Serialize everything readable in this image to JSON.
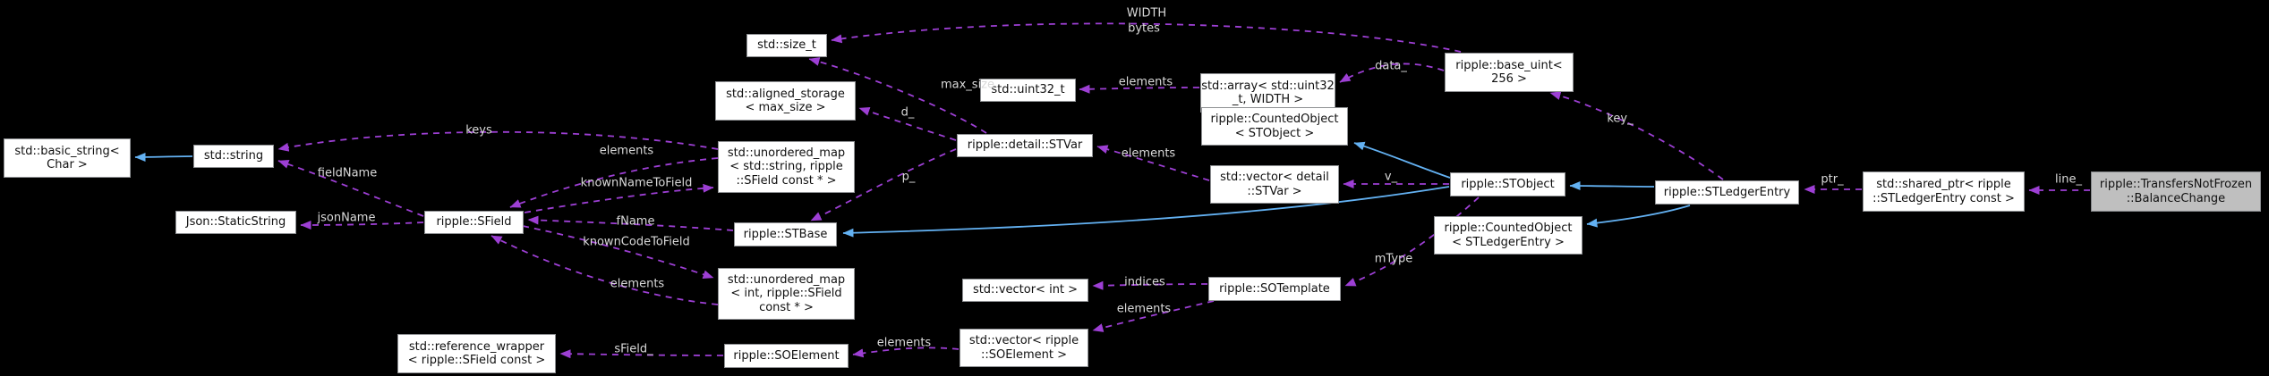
{
  "diagram": {
    "type": "doxygen-collaboration-graph",
    "background_color": "#000000",
    "node_fill": "#ffffff",
    "node_border": "#8f9194",
    "highlight_node_fill": "#bfbfbf",
    "usage_edge_color": "#9d3fd4",
    "inheritance_edge_color": "#63b1f2",
    "edge_label_color": "#d9d9d9",
    "nodes": [
      {
        "label": "std::size_t"
      },
      {
        "label": "std::uint32_t"
      },
      {
        "label": "std::array< std::uint32\n_t, WIDTH >"
      },
      {
        "label": "ripple::base_uint<\n256 >"
      },
      {
        "label": "std::aligned_storage\n< max_size >"
      },
      {
        "label": "ripple::detail::STVar"
      },
      {
        "label": "std::unordered_map\n< std::string, ripple\n::SField const * >"
      },
      {
        "label": "std::basic_string<\nChar >"
      },
      {
        "label": "std::string"
      },
      {
        "label": "Json::StaticString"
      },
      {
        "label": "ripple::SField"
      },
      {
        "label": "ripple::STBase"
      },
      {
        "label": "std::unordered_map\n< int, ripple::SField\nconst * >"
      },
      {
        "label": "ripple::CountedObject\n< STObject >"
      },
      {
        "label": "std::vector< detail\n::STVar >"
      },
      {
        "label": "ripple::STObject"
      },
      {
        "label": "ripple::CountedObject\n< STLedgerEntry >"
      },
      {
        "label": "ripple::STLedgerEntry"
      },
      {
        "label": "std::shared_ptr< ripple\n::STLedgerEntry const >"
      },
      {
        "label": "ripple::TransfersNotFrozen\n::BalanceChange"
      },
      {
        "label": "std::vector< int >"
      },
      {
        "label": "ripple::SOTemplate"
      },
      {
        "label": "std::reference_wrapper\n< ripple::SField const >"
      },
      {
        "label": "ripple::SOElement"
      },
      {
        "label": "std::vector< ripple\n::SOElement >"
      }
    ],
    "edge_labels": [
      {
        "text": "WIDTH"
      },
      {
        "text": "bytes"
      },
      {
        "text": "elements"
      },
      {
        "text": "data_"
      },
      {
        "text": "key_"
      },
      {
        "text": "max_size"
      },
      {
        "text": "d_"
      },
      {
        "text": "elements"
      },
      {
        "text": "v_"
      },
      {
        "text": "p_"
      },
      {
        "text": "keys"
      },
      {
        "text": "fieldName"
      },
      {
        "text": "jsonName"
      },
      {
        "text": "elements"
      },
      {
        "text": "knownNameToField"
      },
      {
        "text": "fName"
      },
      {
        "text": "knownCodeToField"
      },
      {
        "text": "elements"
      },
      {
        "text": "mType"
      },
      {
        "text": "indices"
      },
      {
        "text": "elements"
      },
      {
        "text": "ptr_"
      },
      {
        "text": "line_"
      },
      {
        "text": "sField_"
      },
      {
        "text": "elements"
      }
    ]
  }
}
